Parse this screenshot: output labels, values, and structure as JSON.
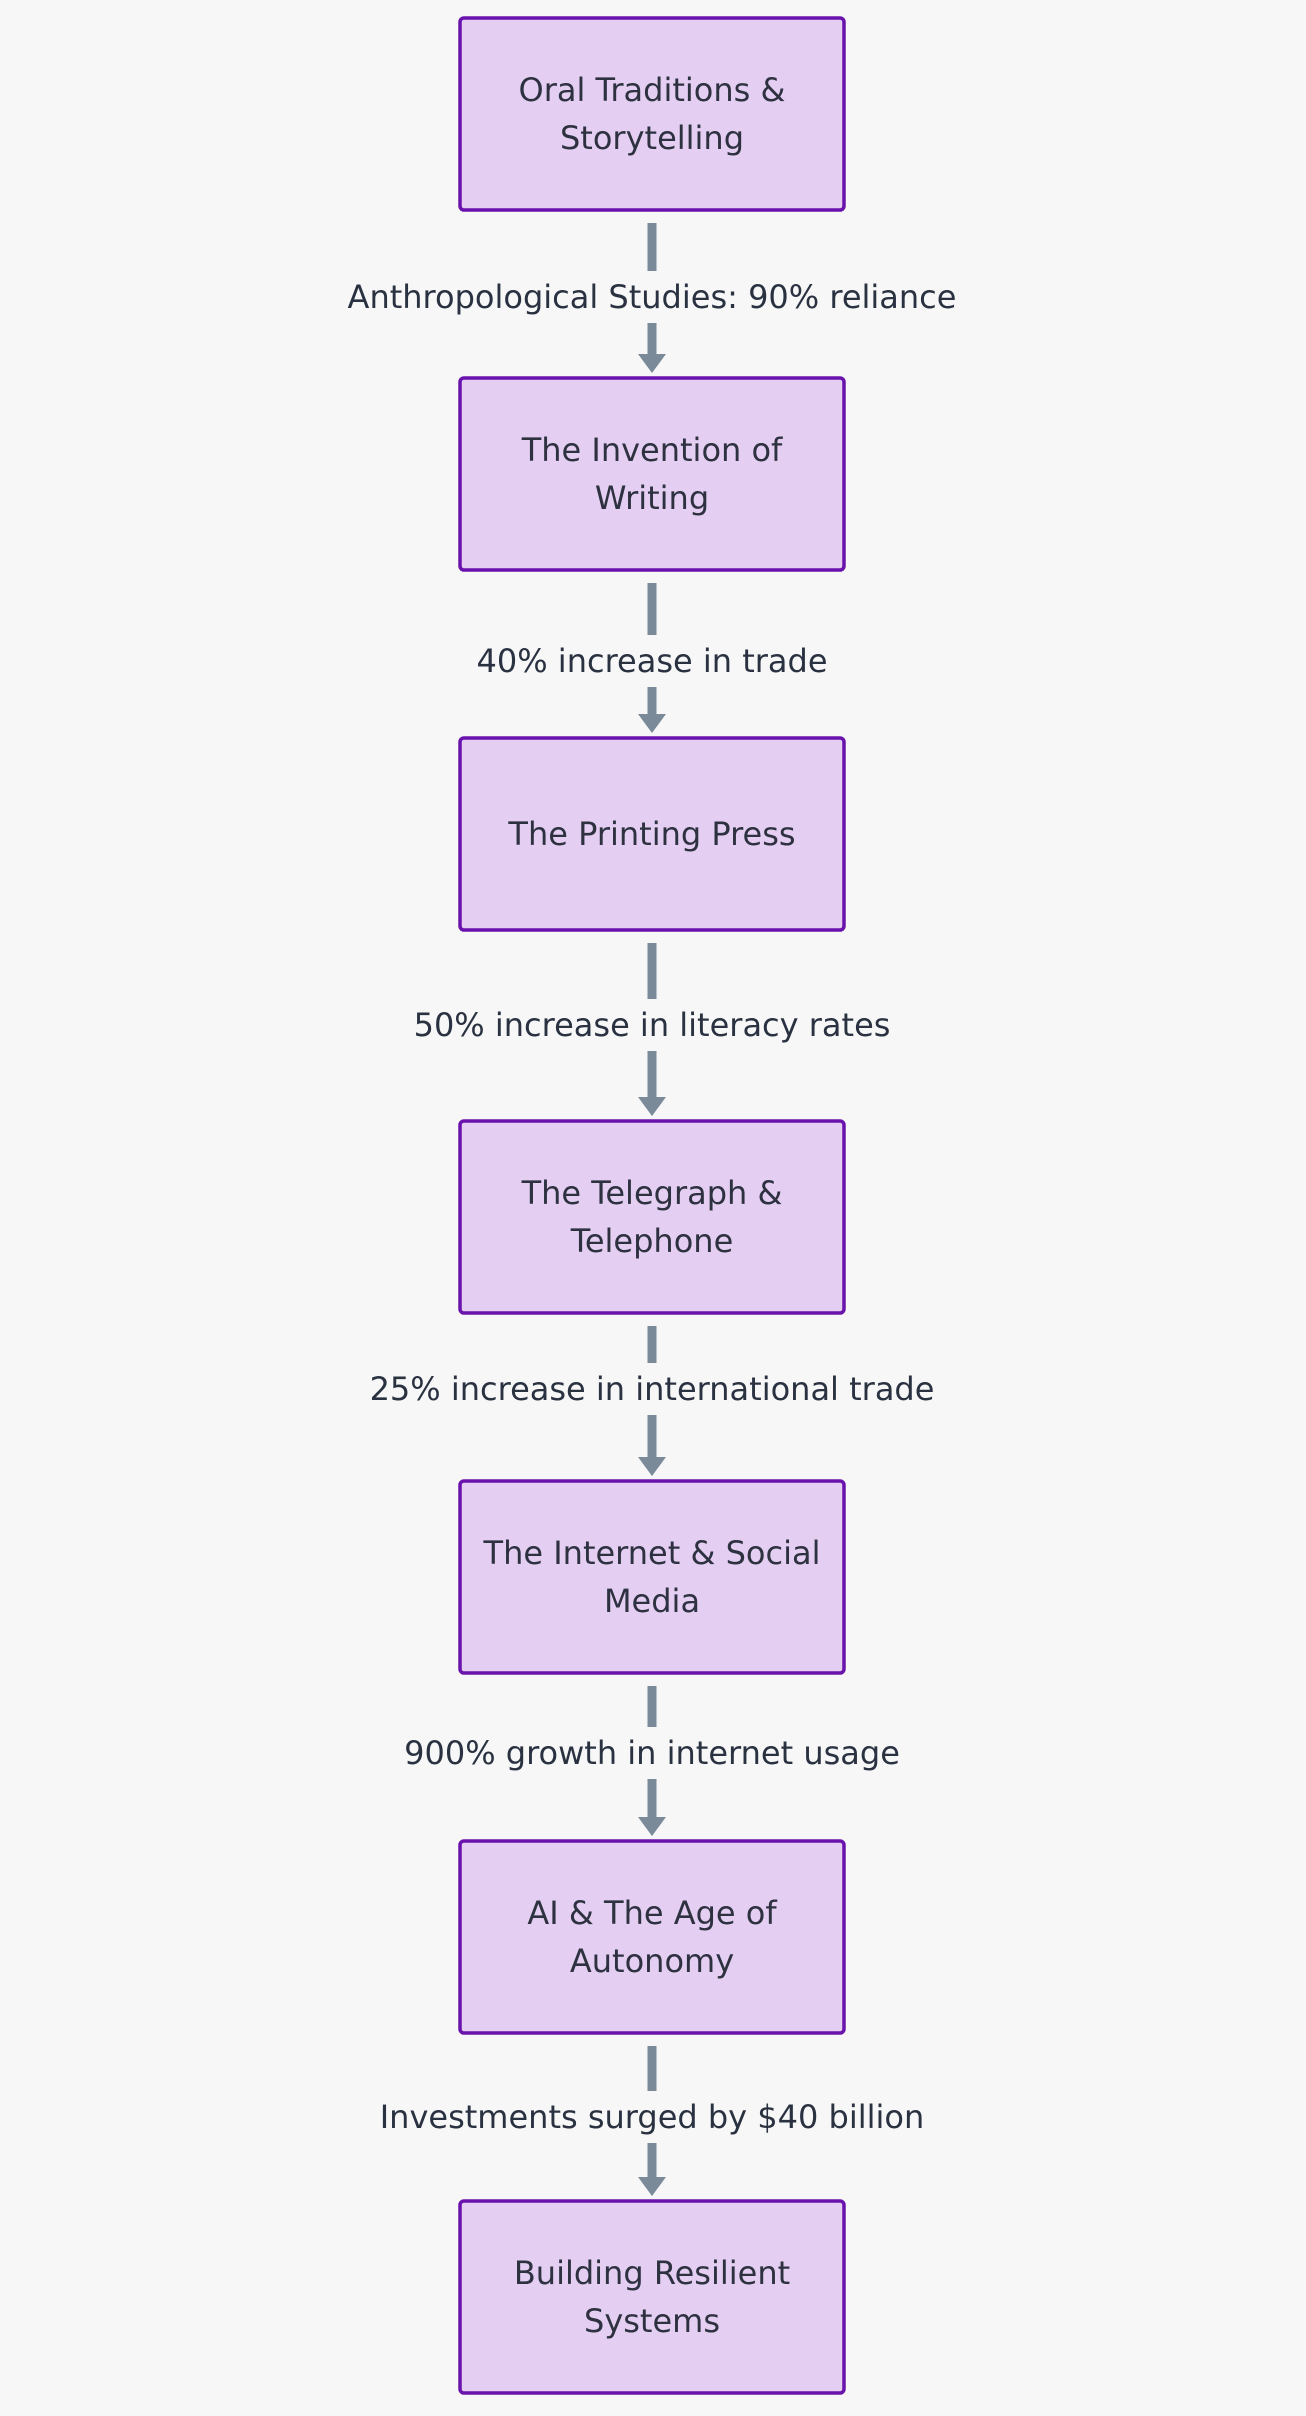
{
  "nodes": [
    {
      "id": "oral-traditions",
      "lines": [
        "Oral Traditions &",
        "Storytelling"
      ]
    },
    {
      "id": "invention-of-writing",
      "lines": [
        "The Invention of",
        "Writing"
      ]
    },
    {
      "id": "printing-press",
      "lines": [
        "The Printing Press"
      ]
    },
    {
      "id": "telegraph-telephone",
      "lines": [
        "The Telegraph &",
        "Telephone"
      ]
    },
    {
      "id": "internet-social-media",
      "lines": [
        "The Internet & Social",
        "Media"
      ]
    },
    {
      "id": "ai-age-of-autonomy",
      "lines": [
        "AI & The Age of",
        "Autonomy"
      ]
    },
    {
      "id": "building-resilient-systems",
      "lines": [
        "Building Resilient",
        "Systems"
      ]
    }
  ],
  "edges": [
    {
      "label": "Anthropological Studies: 90% reliance"
    },
    {
      "label": "40% increase in trade"
    },
    {
      "label": "50% increase in literacy rates"
    },
    {
      "label": "25% increase in international trade"
    },
    {
      "label": "900% growth in internet usage"
    },
    {
      "label": "Investments surged by $40 billion"
    }
  ],
  "colors": {
    "background": "#f7f7f7",
    "node_fill": "#e4cff3",
    "node_border": "#6a12ac",
    "edge": "#7a8a99",
    "text": "#2d3140"
  }
}
